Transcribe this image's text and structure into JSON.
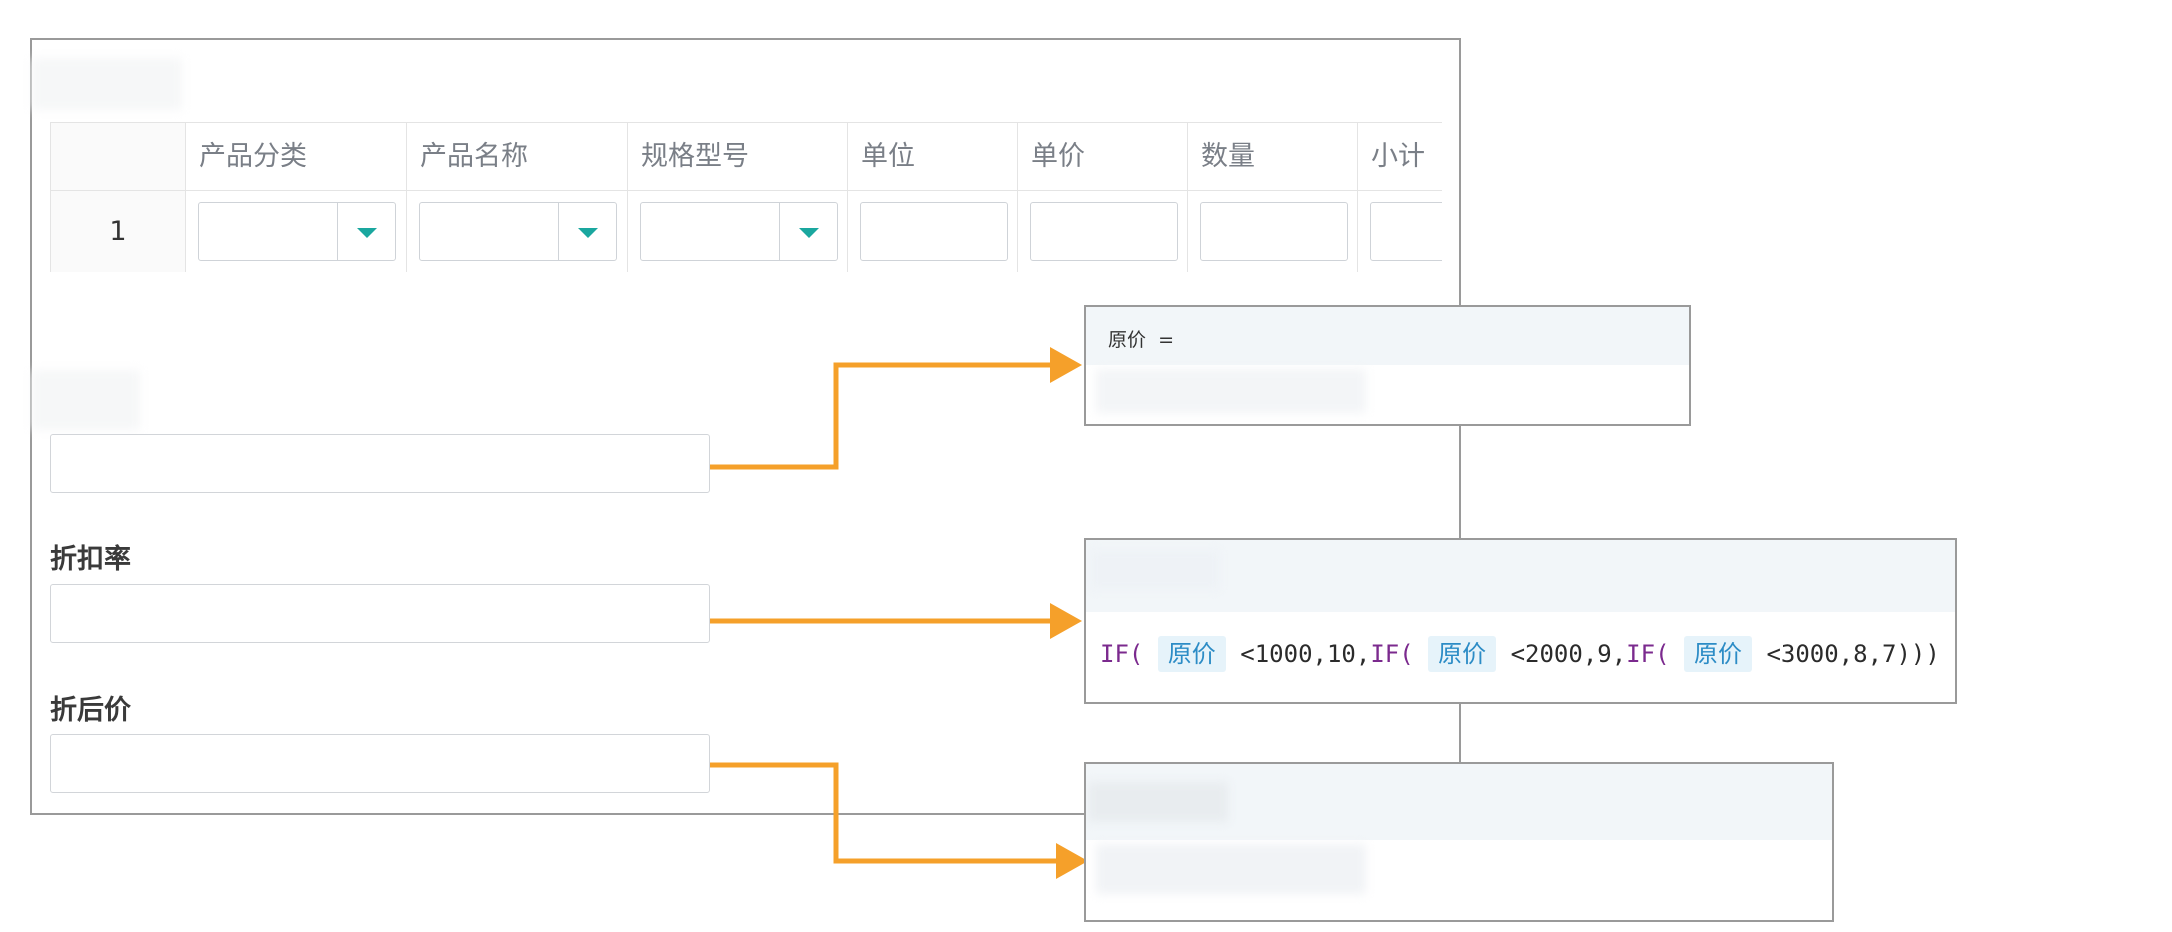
{
  "table": {
    "headers": [
      "产品分类",
      "产品名称",
      "规格型号",
      "单位",
      "单价",
      "数量",
      "小计"
    ],
    "rows": [
      {
        "index": "1"
      }
    ]
  },
  "fields": {
    "discount_rate_label": "折扣率",
    "discounted_price_label": "折后价"
  },
  "formulas": {
    "original_price": {
      "name": "原价",
      "equals": "="
    },
    "discount_rate": {
      "fn1": "IF(",
      "ref1": "原价",
      "rest1": "<1000,10,",
      "fn2": "IF(",
      "ref2": "原价",
      "rest2": "<2000,9,",
      "fn3": "IF(",
      "ref3": "原价",
      "rest3": "<3000,8,7)))"
    }
  },
  "colors": {
    "accent_teal": "#1aa79f",
    "arrow_orange": "#f5a02a",
    "formula_function": "#7b2a8e",
    "formula_reference": "#2c8cc6"
  },
  "icons": {
    "dropdown": "caret-down-icon"
  }
}
